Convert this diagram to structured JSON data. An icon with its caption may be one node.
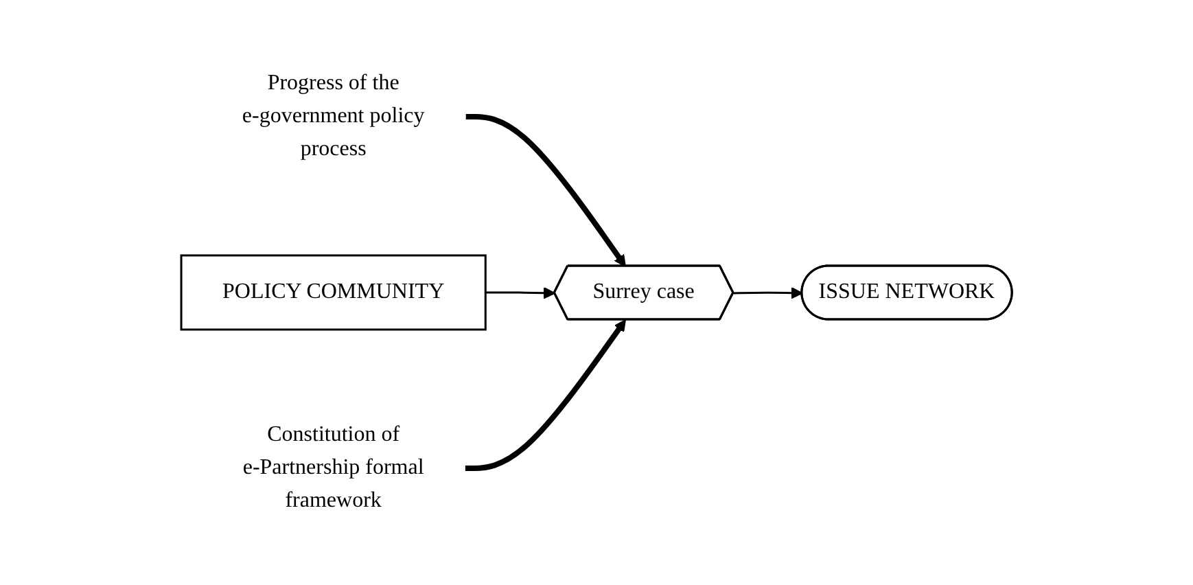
{
  "diagram": {
    "nodes": [
      {
        "text": [
          "Progress of the e-government policy process"
        ]
      },
      {
        "text": [
          "POLICY COMMUNITY"
        ]
      },
      {
        "text": [
          "Surrey case"
        ]
      },
      {
        "text": [
          "ISSUE NETWORK"
        ]
      },
      {
        "text": [
          "Constitution of e-Partnership formal framework"
        ]
      }
    ],
    "edges": [
      {
        "from": 0,
        "to": 2,
        "arrow": "to",
        "style": "thick"
      },
      {
        "from": 1,
        "to": 2,
        "arrow": "to"
      },
      {
        "from": 4,
        "to": 2,
        "arrow": "to",
        "style": "thick"
      },
      {
        "from": 2,
        "to": 3,
        "arrow": "to"
      }
    ]
  }
}
